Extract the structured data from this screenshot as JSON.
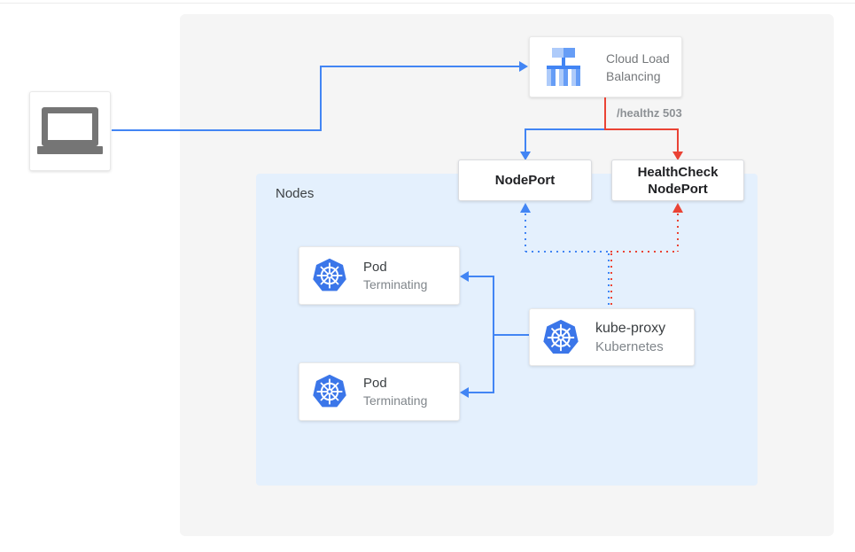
{
  "colors": {
    "blue": "#4285f4",
    "red": "#ea4335",
    "panel": "#f5f5f5",
    "nodesbg": "#e4f0fd",
    "dark": "#3c4043",
    "gray": "#80868b",
    "k8s": "#3b76e9",
    "laptop": "#757575",
    "lbl": "#aecbfa",
    "lbm": "#669df6"
  },
  "cloud_load_balancing": {
    "line1": "Cloud Load",
    "line2": "Balancing"
  },
  "healthz_label": "/healthz 503",
  "nodeport": {
    "label": "NodePort"
  },
  "healthcheck_nodeport": {
    "line1": "HealthCheck",
    "line2": "NodePort"
  },
  "nodes_group": {
    "label": "Nodes"
  },
  "pod1": {
    "title": "Pod",
    "status": "Terminating"
  },
  "pod2": {
    "title": "Pod",
    "status": "Terminating"
  },
  "kube_proxy": {
    "title": "kube-proxy",
    "subtitle": "Kubernetes"
  }
}
